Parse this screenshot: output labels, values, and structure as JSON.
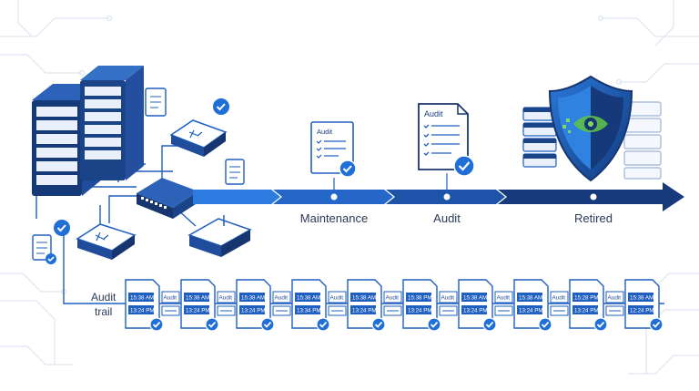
{
  "timeline": {
    "stages": [
      {
        "label": "Maintenance"
      },
      {
        "label": "Audit"
      },
      {
        "label": "Retired"
      }
    ]
  },
  "documents": {
    "maintenance_doc_title": "Audit",
    "audit_doc_title": "Audit"
  },
  "audit_trail": {
    "label_line1": "Audit",
    "label_line2": "trail",
    "cards": [
      {
        "time1": "15:38 AM",
        "tag": "Audit",
        "time2": "13:24 PM"
      },
      {
        "time1": "15:38 AM",
        "tag": "Audit",
        "time2": "13:24 PM"
      },
      {
        "time1": "15:38 AM",
        "tag": "Audit",
        "time2": "13:24 PM"
      },
      {
        "time1": "15:38 AM",
        "tag": "Audit",
        "time2": "13:34 PM"
      },
      {
        "time1": "15:38 AM",
        "tag": "Audit",
        "time2": "13:24 PM"
      },
      {
        "time1": "15:38 PM",
        "tag": "Audit",
        "time2": "13:24 PM"
      },
      {
        "time1": "15:38 AM",
        "tag": "Audit",
        "time2": "13:24 PM"
      },
      {
        "time1": "15:38 AM",
        "tag": "Audit",
        "time2": "13:24 PM"
      },
      {
        "time1": "15:28 PM",
        "tag": "Audit",
        "time2": "13:24 PM"
      },
      {
        "time1": "15:38 AM",
        "tag": "",
        "time2": "12:24 PM"
      }
    ]
  },
  "colors": {
    "primary": "#1f5fbf",
    "dark": "#17356e",
    "light": "#e8f0fb",
    "check": "#1f6fd6",
    "arrow_light": "#2d7be0",
    "arrow_dark": "#163a7a"
  },
  "icons": [
    "server-rack-icon",
    "network-switch-icon",
    "router-icon",
    "document-icon",
    "checkmark-badge-icon",
    "shield-icon",
    "eye-icon",
    "audit-card-icon"
  ]
}
